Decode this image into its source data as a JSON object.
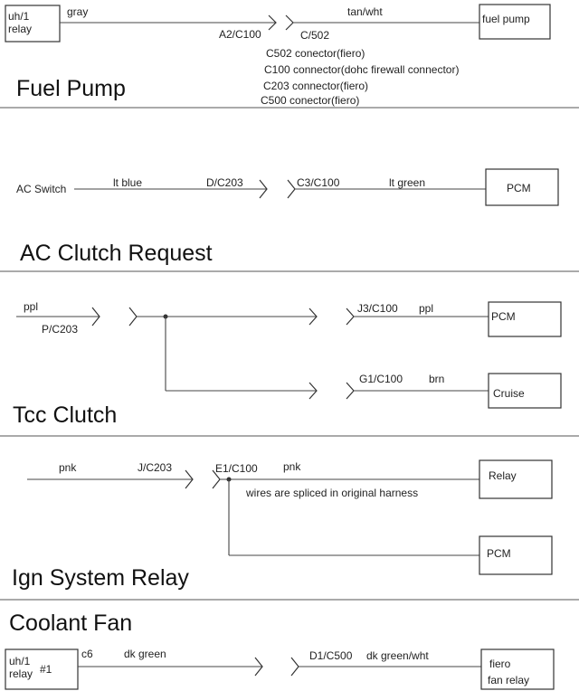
{
  "fuel_pump": {
    "title": "Fuel Pump",
    "relay_line1": "uh/1",
    "relay_line2": "relay",
    "wire_in": "gray",
    "conn_in": "A2/C100",
    "conn_out": "C/502",
    "wire_out": "tan/wht",
    "dest": "fuel pump",
    "notes": [
      "C502 conector(fiero)",
      "C100 connector(dohc firewall connector)",
      "C203 connector(fiero)",
      "C500 conector(fiero)"
    ]
  },
  "ac_clutch": {
    "title": "AC Clutch Request",
    "source": "AC Switch",
    "wire_in": "lt blue",
    "conn_in": "D/C203",
    "conn_out": "C3/C100",
    "wire_out": "lt green",
    "dest": "PCM"
  },
  "tcc": {
    "title": "Tcc Clutch",
    "wire_in": "ppl",
    "conn_in": "P/C203",
    "upper_conn": "J3/C100",
    "upper_wire": "ppl",
    "upper_dest": "PCM",
    "lower_conn": "G1/C100",
    "lower_wire": "brn",
    "lower_dest": "Cruise"
  },
  "ign": {
    "title": "Ign System Relay",
    "wire_in": "pnk",
    "conn_in": "J/C203",
    "conn_out": "E1/C100",
    "wire_out": "pnk",
    "note": "wires are spliced in original harness",
    "upper_dest": "Relay",
    "lower_dest": "PCM"
  },
  "coolant": {
    "title": "Coolant Fan",
    "relay_line1": "uh/1",
    "relay_line2": "relay",
    "relay_num": "#1",
    "conn_in": "c6",
    "wire_in": "dk green",
    "conn_out": "D1/C500",
    "wire_out": "dk green/wht",
    "dest_line1": "fiero",
    "dest_line2": "fan relay"
  }
}
